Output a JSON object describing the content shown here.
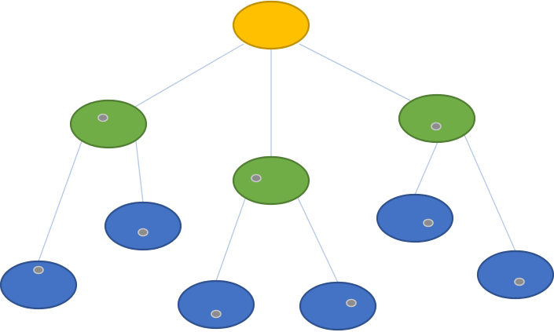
{
  "diagram": {
    "type": "tree",
    "colors": {
      "root_fill": "#FFC000",
      "root_stroke": "#BF9000",
      "branch_fill": "#70AD47",
      "branch_stroke": "#507E32",
      "leaf_fill": "#4472C4",
      "leaf_stroke": "#2F528F",
      "edge": "#B4C7E7",
      "dot_fill": "#8C8C8C",
      "dot_stroke": "#C8C8C8"
    },
    "nodes": [
      {
        "id": "root",
        "level": "root",
        "has_dot": false
      },
      {
        "id": "branch-left",
        "level": "branch",
        "has_dot": true
      },
      {
        "id": "branch-middle",
        "level": "branch",
        "has_dot": true
      },
      {
        "id": "branch-right",
        "level": "branch",
        "has_dot": true
      },
      {
        "id": "leaf-left-1",
        "level": "leaf",
        "has_dot": true
      },
      {
        "id": "leaf-left-2",
        "level": "leaf",
        "has_dot": true
      },
      {
        "id": "leaf-middle-1",
        "level": "leaf",
        "has_dot": true
      },
      {
        "id": "leaf-middle-2",
        "level": "leaf",
        "has_dot": true
      },
      {
        "id": "leaf-right-1",
        "level": "leaf",
        "has_dot": true
      },
      {
        "id": "leaf-right-2",
        "level": "leaf",
        "has_dot": true
      }
    ],
    "edges": [
      {
        "from": "root",
        "to": "branch-left"
      },
      {
        "from": "root",
        "to": "branch-middle"
      },
      {
        "from": "root",
        "to": "branch-right"
      },
      {
        "from": "branch-left",
        "to": "leaf-left-1"
      },
      {
        "from": "branch-left",
        "to": "leaf-left-2"
      },
      {
        "from": "branch-middle",
        "to": "leaf-middle-1"
      },
      {
        "from": "branch-middle",
        "to": "leaf-middle-2"
      },
      {
        "from": "branch-right",
        "to": "leaf-right-1"
      },
      {
        "from": "branch-right",
        "to": "leaf-right-2"
      }
    ]
  }
}
